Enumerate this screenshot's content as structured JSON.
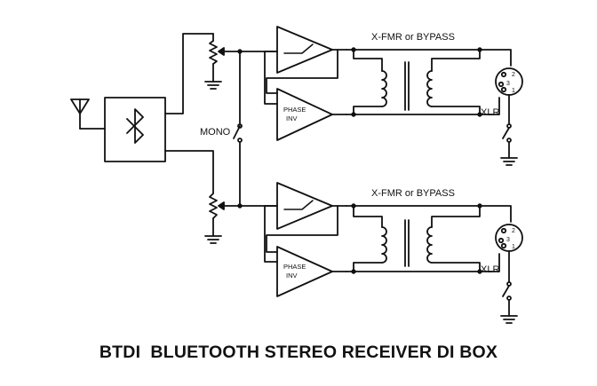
{
  "diagram": {
    "title": "BTDI  BLUETOOTH STEREO RECEIVER DI BOX",
    "mono_label": "MONO",
    "channels": [
      {
        "xfmr_label": "X-FMR or BYPASS",
        "phase_label_line1": "PHASE",
        "phase_label_line2": "INV",
        "xlr_label": "XLR",
        "xlr_pins": [
          "2",
          "3",
          "1"
        ]
      },
      {
        "xfmr_label": "X-FMR or BYPASS",
        "phase_label_line1": "PHASE",
        "phase_label_line2": "INV",
        "xlr_label": "XLR",
        "xlr_pins": [
          "2",
          "3",
          "1"
        ]
      }
    ]
  }
}
